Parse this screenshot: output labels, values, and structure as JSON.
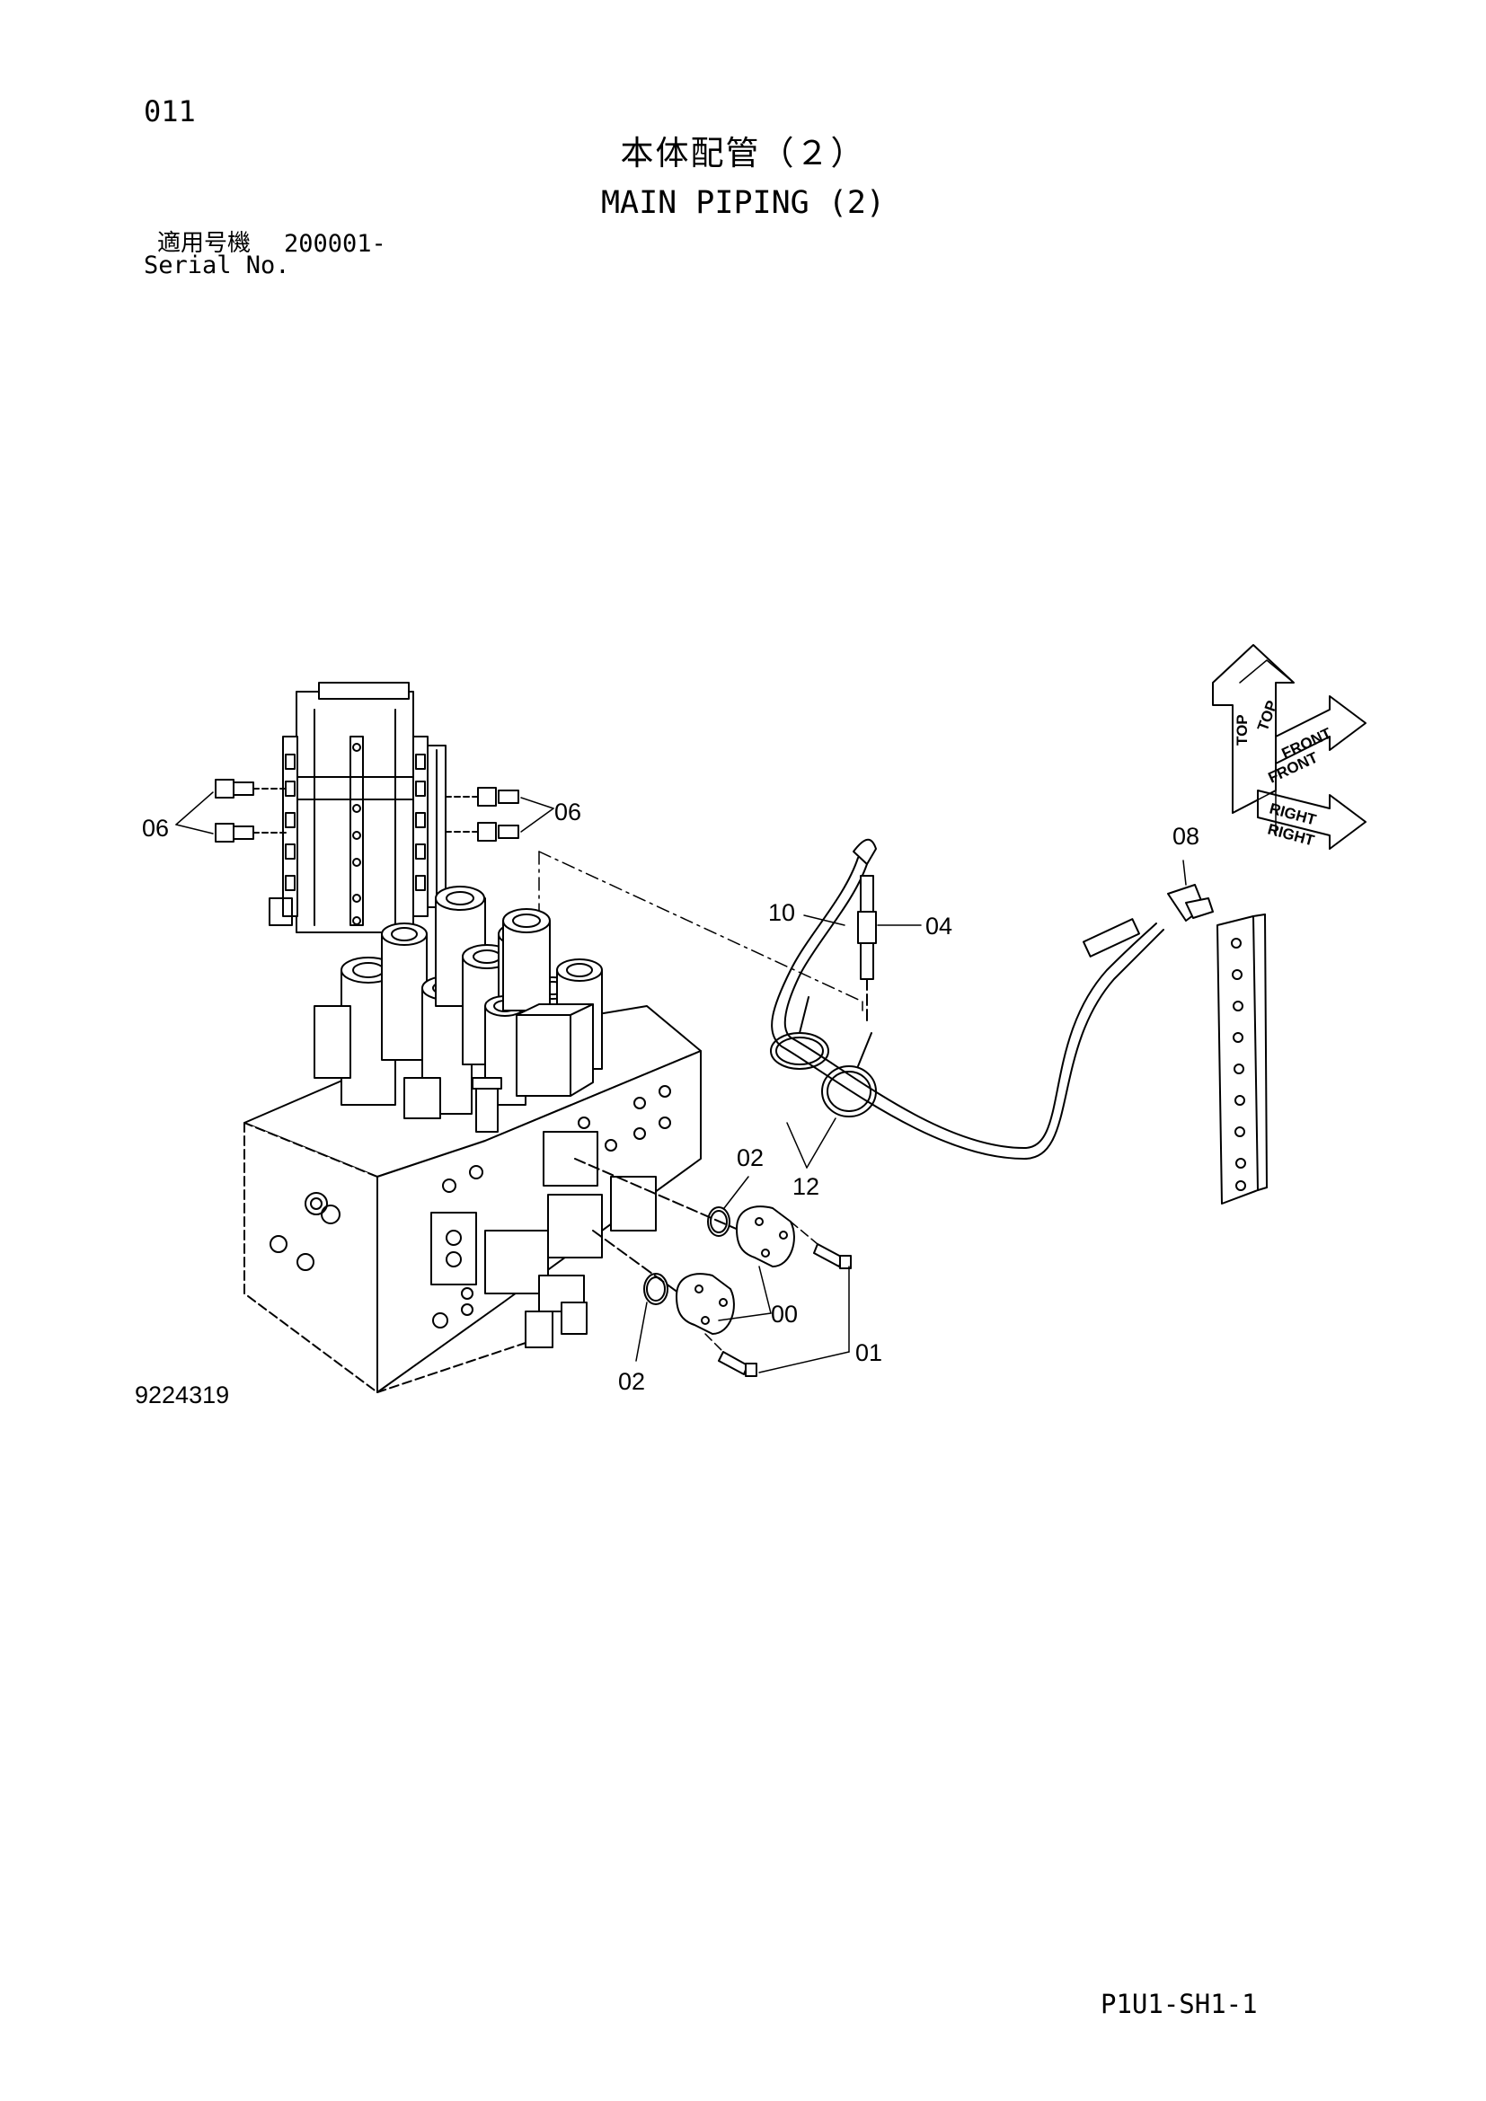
{
  "header": {
    "page_number": "011",
    "title_jp": "本体配管（２）",
    "title_en": "MAIN PIPING (2)",
    "serial_label_jp": "適用号機",
    "serial_value": "200001-",
    "serial_label_en": "Serial No."
  },
  "diagram": {
    "figure_number": "9224319",
    "part_labels": {
      "p06_left": "06",
      "p06_right": "06",
      "p10": "10",
      "p04": "04",
      "p08": "08",
      "p12": "12",
      "p02_upper": "02",
      "p02_lower": "02",
      "p00": "00",
      "p01": "01"
    },
    "orientation": {
      "top": "TOP",
      "front": "FRONT",
      "right": "RIGHT"
    }
  },
  "footer": {
    "sheet_code": "P1U1-SH1-1"
  }
}
